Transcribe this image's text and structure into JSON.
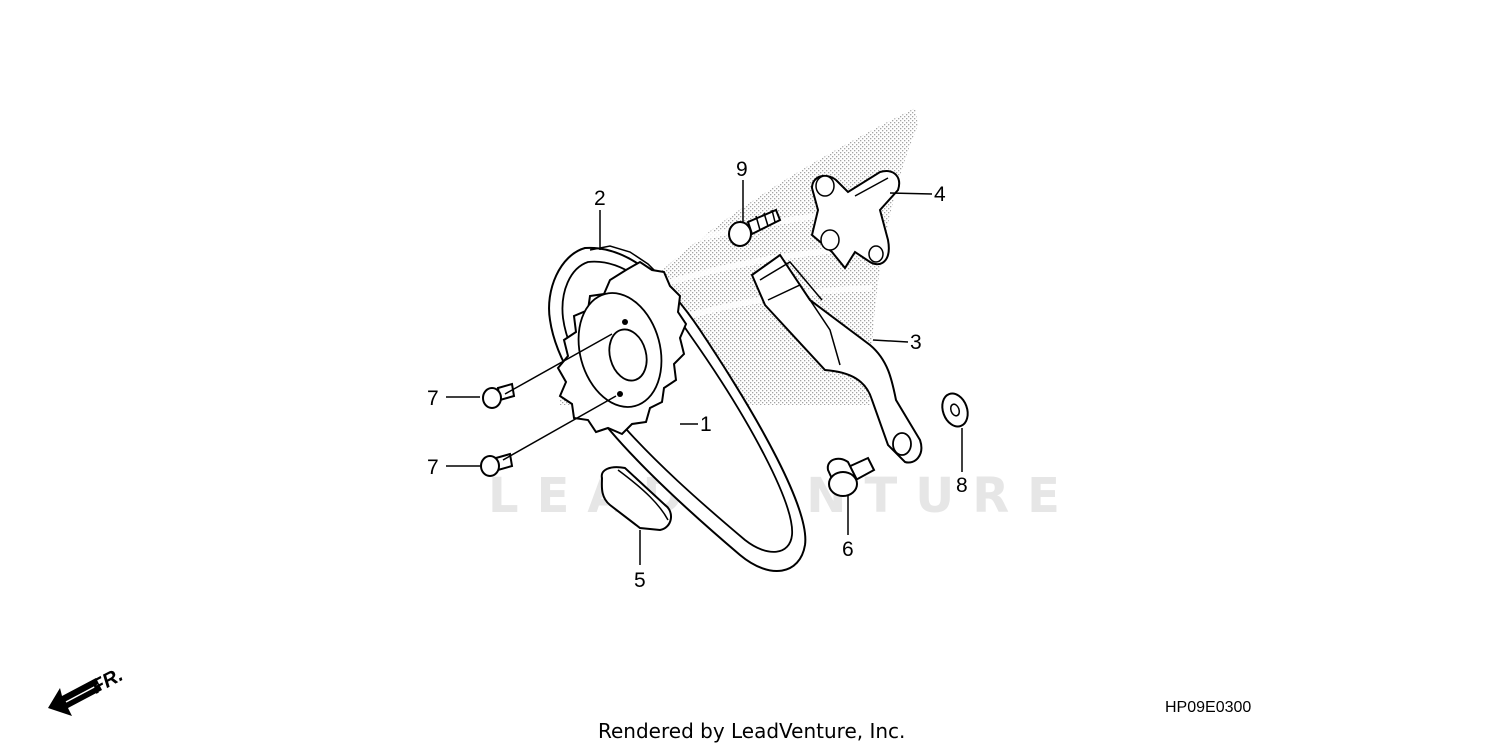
{
  "callouts": {
    "c1": "1",
    "c2": "2",
    "c3": "3",
    "c4": "4",
    "c5": "5",
    "c6": "6",
    "c7a": "7",
    "c7b": "7",
    "c8": "8",
    "c9": "9"
  },
  "watermark": "LEADVENTURE",
  "diagram_code": "HP09E0300",
  "direction_label": "FR.",
  "footer": "Rendered by LeadVenture, Inc."
}
